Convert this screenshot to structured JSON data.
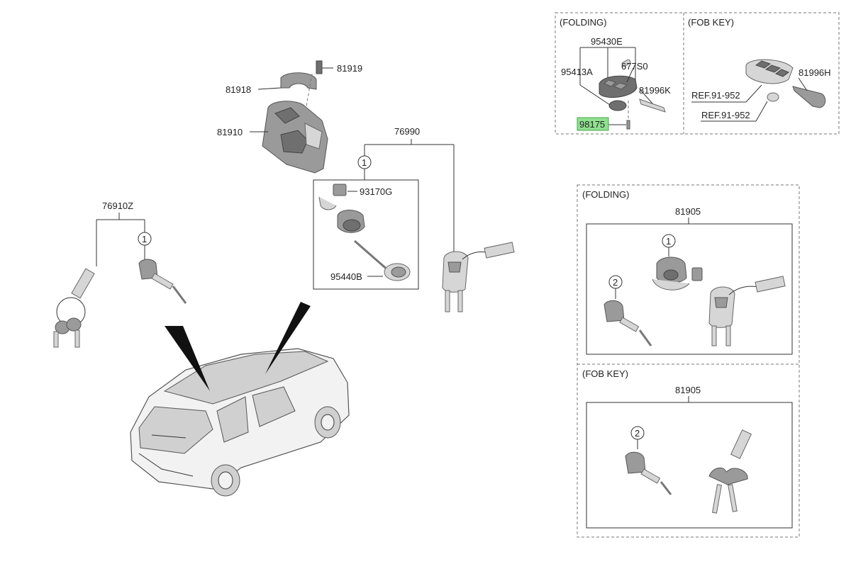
{
  "labels": {
    "p95430E": "95430E",
    "p95413A": "95413A",
    "p677S0": "677S0",
    "p81996K": "81996K",
    "p98175": "98175",
    "p81996H": "81996H",
    "ref1": "REF.91-952",
    "ref2": "REF.91-952",
    "p81919": "81919",
    "p81918": "81918",
    "p81910": "81910",
    "p76990": "76990",
    "p93170G": "93170G",
    "p95440B": "95440B",
    "p76910Z": "76910Z",
    "p81905a": "81905",
    "p81905b": "81905"
  },
  "sections": {
    "top_folding": "(FOLDING)",
    "top_fob": "(FOB KEY)",
    "right_folding": "(FOLDING)",
    "right_fob": "(FOB KEY)"
  },
  "callouts": {
    "c76990": "1",
    "c76910Z": "1",
    "cFold1": "1",
    "cFold2": "2",
    "cFob2": "2"
  },
  "highlight_color": "#8fe08f"
}
